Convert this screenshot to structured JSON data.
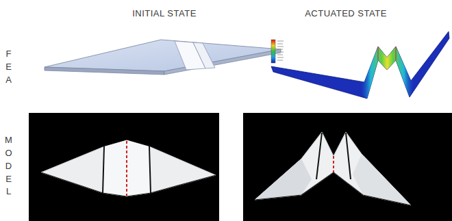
{
  "diagram": {
    "labels": [
      "INITIAL STATE",
      "ACTUATED STATE",
      "FEA",
      "MODEL"
    ]
  }
}
